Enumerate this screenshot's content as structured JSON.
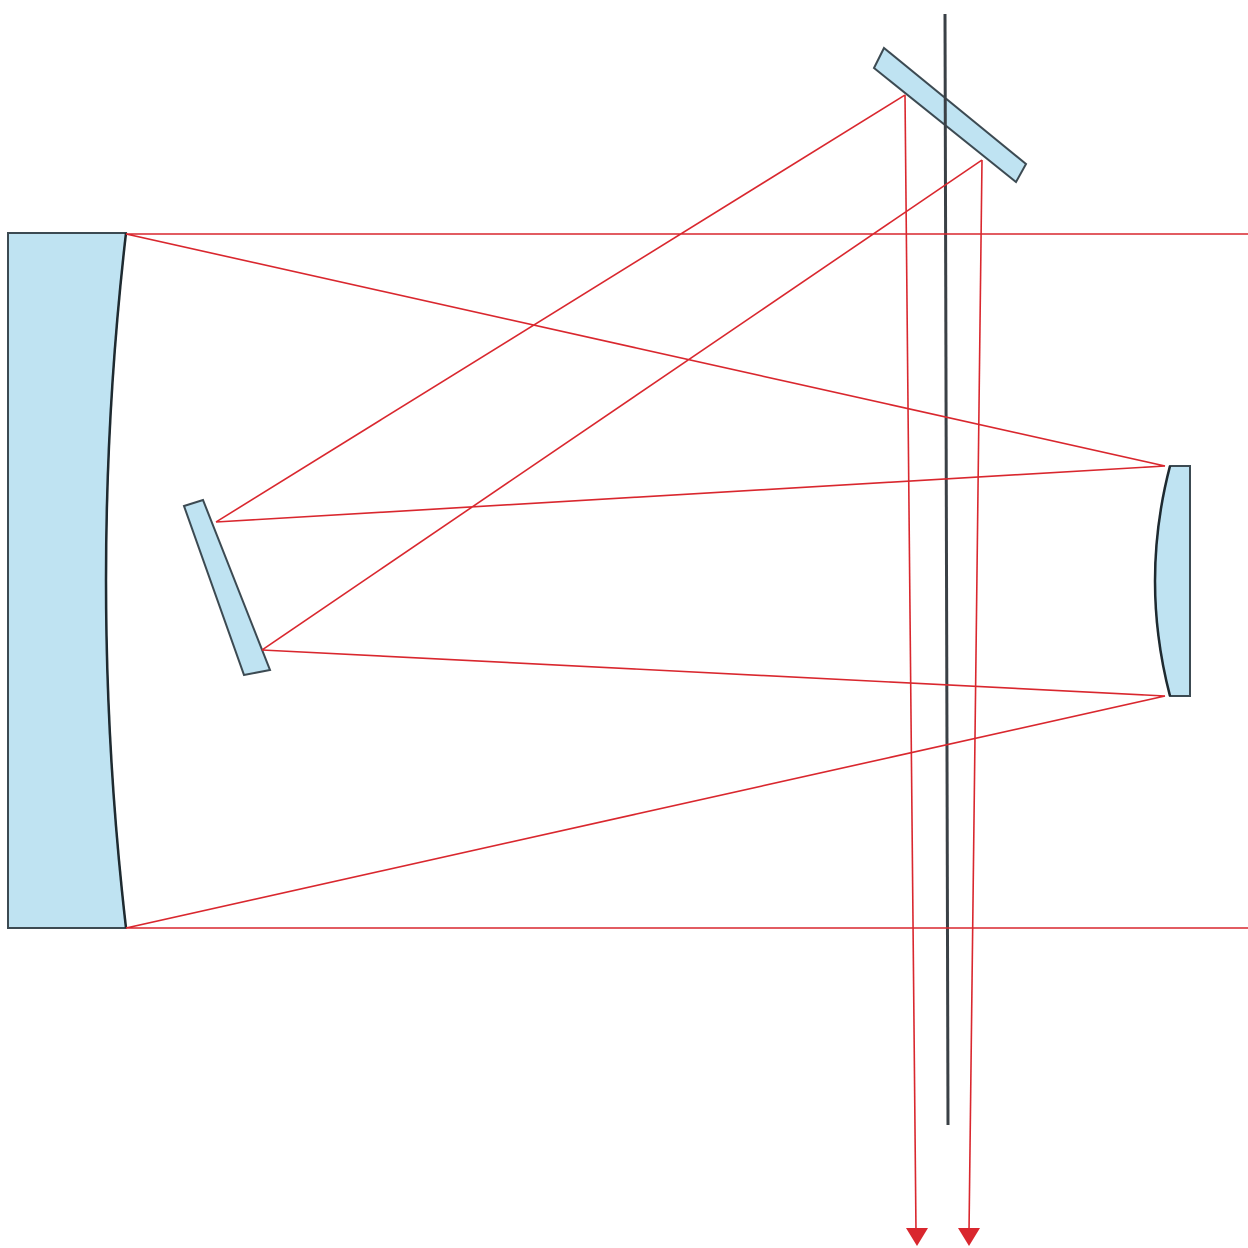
{
  "colors": {
    "background": "#ffffff",
    "mirror_fill": "#bfe3f2",
    "mirror_stroke": "#3c4a52",
    "ray": "#d9272e",
    "axis_line": "#3a4046"
  },
  "elements": {
    "primary_mirror": "concave-mirror",
    "secondary_mirror": "convex-mirror",
    "tertiary_mirror": "flat-mirror",
    "fold_mirror": "fold-mirror",
    "optical_axis": "vertical-dark-line",
    "output_arrows": "arrowhead-down"
  }
}
